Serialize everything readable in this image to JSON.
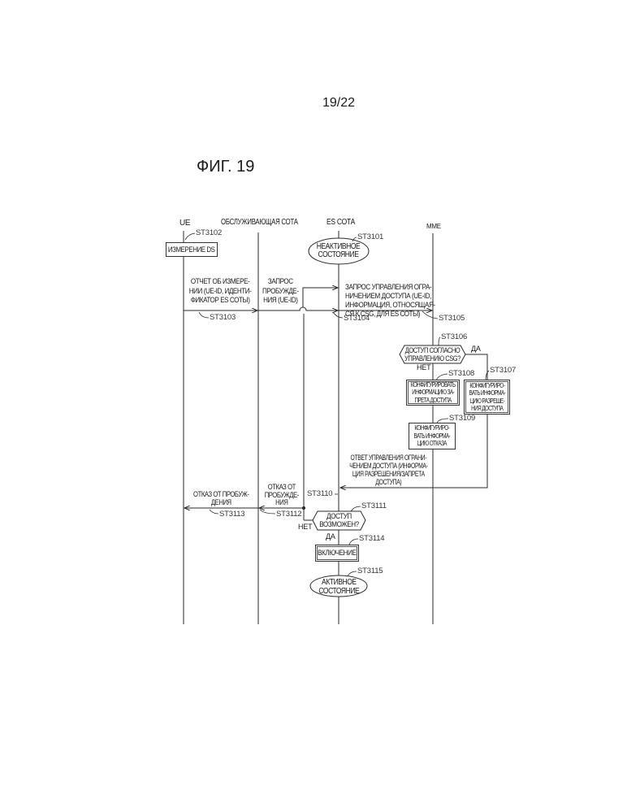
{
  "page": {
    "number": "19/22",
    "figure_title": "ФИГ. 19"
  },
  "lanes": {
    "ue": "UE",
    "serving": "ОБСЛУЖИВАЮЩАЯ СОТА",
    "es": "ES СОТА",
    "mme": "MME"
  },
  "steps": {
    "st3101": {
      "id": "ST3101",
      "label": "НЕАКТИВНОЕ\nСОСТОЯНИЕ"
    },
    "st3102": {
      "id": "ST3102",
      "label": "ИЗМЕРЕНИЕ DS"
    },
    "st3103": {
      "id": "ST3103",
      "label": "ОТЧЕТ ОБ ИЗМЕРЕ-\nНИИ (UE-ID, ИДЕНТИ-\nФИКАТОР ES СОТЫ)"
    },
    "st3104": {
      "id": "ST3104",
      "label": "ЗАПРОС\nПРОБУЖДЕ-\nНИЯ (UE-ID)"
    },
    "st3105": {
      "id": "ST3105",
      "label": "ЗАПРОС УПРАВЛЕНИЯ ОГРА-\nНИЧЕНИЕМ ДОСТУПА (UE-ID,\nИНФОРМАЦИЯ, ОТНОСЯЩАЯ-\nСЯ К CSG, ДЛЯ ES СОТЫ)"
    },
    "st3106": {
      "id": "ST3106",
      "label": "ДОСТУП СОГЛАСНО\nУПРАВЛЕНИЮ CSG?",
      "yes": "ДА",
      "no": "НЕТ"
    },
    "st3107": {
      "id": "ST3107",
      "label": "КОНФИГУРИРО-\nВАТЬ ИНФОРМА-\nЦИЮ РАЗРЕШЕ-\nНИЯ ДОСТУПА"
    },
    "st3108": {
      "id": "ST3108",
      "label": "КОНФИГУРИРОВАТЬ\nИНФОРМАЦИЮ ЗА-\nПРЕТА ДОСТУПА"
    },
    "st3109": {
      "id": "ST3109",
      "label": "КОНФИГУРИРО-\nВАТЬ ИНФОРМА-\nЦИЮ ОТКАЗА"
    },
    "st3110": {
      "id": "ST3110",
      "label": "ОТВЕТ УПРАВЛЕНИЯ ОГРАНИ-\nЧЕНИЕМ ДОСТУПА (ИНФОРМА-\nЦИЯ РАЗРЕШЕНИЯ/ЗАПРЕТА\nДОСТУПА)"
    },
    "st3111": {
      "id": "ST3111",
      "label": "ДОСТУП\nВОЗМОЖЕН?",
      "yes": "ДА",
      "no": "НЕТ"
    },
    "st3112": {
      "id": "ST3112",
      "label": "ОТКАЗ ОТ\nПРОБУЖДЕ-\nНИЯ"
    },
    "st3113": {
      "id": "ST3113",
      "label": "ОТКАЗ ОТ ПРОБУЖ-\nДЕНИЯ"
    },
    "st3114": {
      "id": "ST3114",
      "label": "ВКЛЮЧЕНИЕ"
    },
    "st3115": {
      "id": "ST3115",
      "label": "АКТИВНОЕ\nСОСТОЯНИЕ"
    }
  },
  "colors": {
    "line": "#2a2a2a",
    "text": "#1a1a1a",
    "background": "#ffffff"
  }
}
